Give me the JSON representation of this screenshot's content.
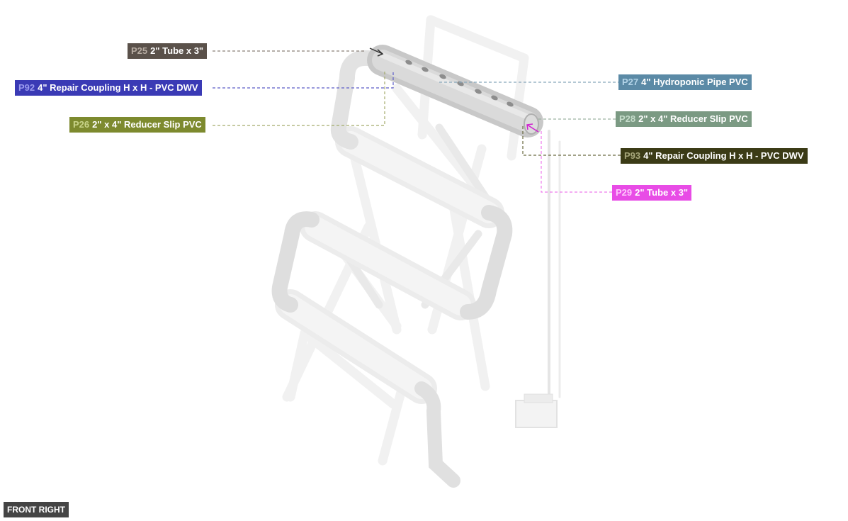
{
  "parts": [
    {
      "code": "P25",
      "name": "2\" Tube x 3\"",
      "bg": "#5a514a",
      "code_color": "#b7aca2"
    },
    {
      "code": "P92",
      "name": "4\" Repair Coupling H x H - PVC DWV",
      "bg": "#3a3ab5",
      "code_color": "#9a9aee"
    },
    {
      "code": "P26",
      "name": "2\" x 4\" Reducer Slip PVC",
      "bg": "#7d8a2e",
      "code_color": "#c9d48a"
    },
    {
      "code": "P27",
      "name": "4\" Hydroponic Pipe PVC",
      "bg": "#5b8aa6",
      "code_color": "#b3d4e8"
    },
    {
      "code": "P28",
      "name": "2\" x 4\" Reducer Slip PVC",
      "bg": "#7b9a83",
      "code_color": "#c6dccb"
    },
    {
      "code": "P93",
      "name": "4\" Repair Coupling H x H - PVC DWV",
      "bg": "#3b3b16",
      "code_color": "#a5a57a"
    },
    {
      "code": "P29",
      "name": "2\" Tube x 3\"",
      "bg": "#e84ce6",
      "code_color": "#ffc8fd"
    }
  ],
  "view": {
    "label": "FRONT RIGHT"
  }
}
